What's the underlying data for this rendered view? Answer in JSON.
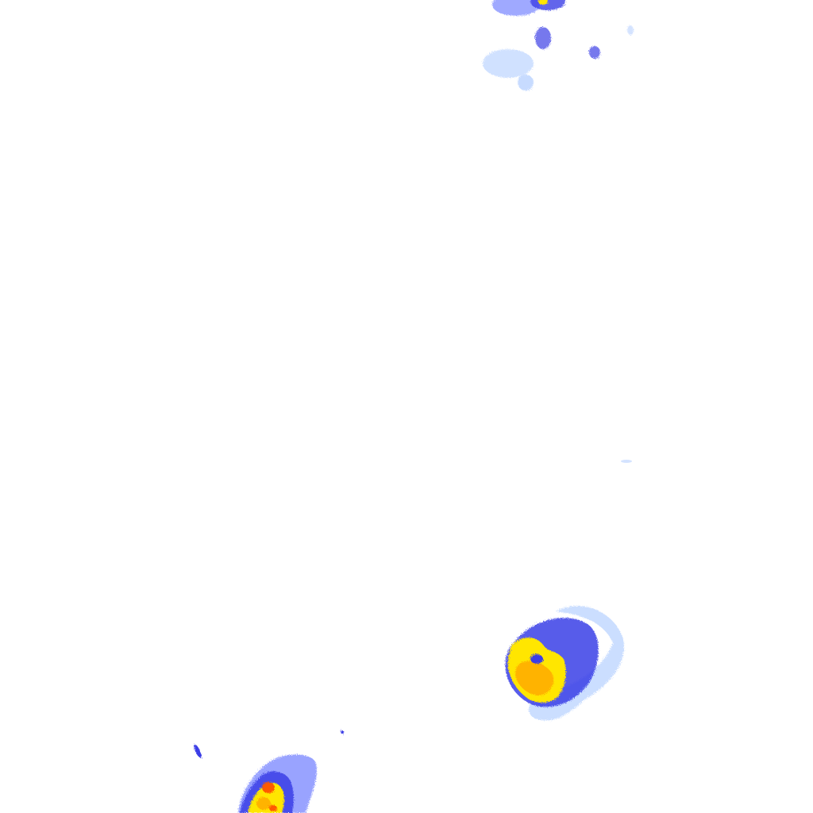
{
  "map": {
    "type": "radar-precipitation-overlay",
    "background": "#ffffff",
    "intensity_palette": [
      {
        "level": "very-light",
        "color": "#a9c8ff"
      },
      {
        "level": "light",
        "color": "#7f8cff"
      },
      {
        "level": "moderate",
        "color": "#3b3ee6"
      },
      {
        "level": "heavy",
        "color": "#ffe600"
      },
      {
        "level": "very-heavy",
        "color": "#ffb300"
      },
      {
        "level": "intense",
        "color": "#ff5a00"
      }
    ],
    "echo_cells": [
      {
        "name": "cell-top-cluster",
        "max_level": "heavy"
      },
      {
        "name": "cell-top-scatter",
        "max_level": "light"
      },
      {
        "name": "cell-lower-right",
        "max_level": "very-heavy"
      },
      {
        "name": "cell-bottom-left",
        "max_level": "intense"
      }
    ]
  }
}
